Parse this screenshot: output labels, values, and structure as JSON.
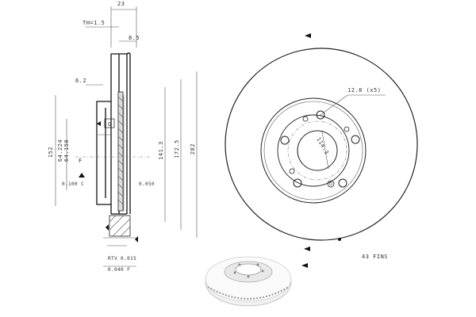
{
  "section_view": {
    "dim_overall_width": "23",
    "dim_min_thickness": "TH=1.5",
    "dim_rotor_thickness": "8.5",
    "dim_hat_thickness": "6.2",
    "dim_hat_height": "152",
    "dim_bore_nominal": "64.224",
    "dim_bore_min": "64.150",
    "datum_f": "F",
    "datum_g": "G",
    "tolerance_left": "0.100 C",
    "tolerance_right": "0.050",
    "dim_inner_diameter": "141.3",
    "dim_friction_diameter": "172.5",
    "dim_outer_diameter": "282",
    "runout_label": "RTV 0.015",
    "flatness_label": "0.040 F"
  },
  "front_view": {
    "bolt_hole_label": "12.8 (x5)",
    "pcd_label": "114.3",
    "fins_label": "43 FINS"
  }
}
